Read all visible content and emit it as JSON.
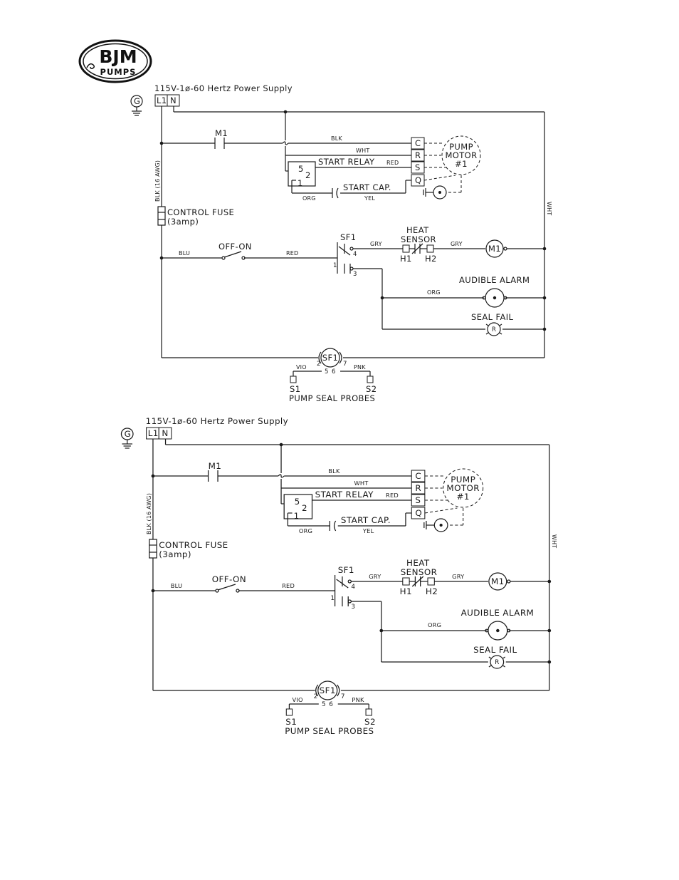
{
  "brand": {
    "line1": "BJM",
    "line2": "PUMPS"
  },
  "diagrams": [
    {
      "supply": "115V-1ø-60 Hertz Power Supply",
      "ground": "G",
      "l1": "L1",
      "n": "N",
      "m1_contact": "M1",
      "blk": "BLK",
      "wht": "WHT",
      "red_s": "RED",
      "yel": "YEL",
      "org": "ORG",
      "term_c": "C",
      "term_r": "R",
      "term_s": "S",
      "term_q": "Q",
      "start_relay": "START RELAY",
      "relay_5": "5",
      "relay_2": "2",
      "relay_1": "1",
      "start_cap": "START CAP.",
      "pump_motor_1": "PUMP",
      "pump_motor_2": "MOTOR",
      "pump_motor_3": "#1",
      "vertical_wire": "BLK (16 AWG)",
      "control_fuse": "CONTROL FUSE",
      "fuse_rating": "(3amp)",
      "right_wire": "WHT",
      "blu": "BLU",
      "off_on": "OFF-ON",
      "red": "RED",
      "sf1": "SF1",
      "sf1_pin4": "4",
      "sf1_pin1": "1",
      "sf1_pin3": "3",
      "gry_a": "GRY",
      "gry_b": "GRY",
      "heat": "HEAT",
      "sensor": "SENSOR",
      "h1": "H1",
      "h2": "H2",
      "m1_coil": "M1",
      "audible_alarm": "AUDIBLE ALARM",
      "org_alarm": "ORG",
      "seal_fail": "SEAL FAIL",
      "seal_r": "R",
      "sf1_bottom": "SF1",
      "pin2": "2",
      "pin7": "7",
      "pin5": "5",
      "pin6": "6",
      "vio": "VIO",
      "pnk": "PNK",
      "s1": "S1",
      "s2": "S2",
      "probes": "PUMP SEAL PROBES"
    },
    {
      "supply": "115V-1ø-60 Hertz Power Supply",
      "ground": "G",
      "l1": "L1",
      "n": "N",
      "m1_contact": "M1",
      "blk": "BLK",
      "wht": "WHT",
      "red_s": "RED",
      "yel": "YEL",
      "org": "ORG",
      "term_c": "C",
      "term_r": "R",
      "term_s": "S",
      "term_q": "Q",
      "start_relay": "START RELAY",
      "relay_5": "5",
      "relay_2": "2",
      "relay_1": "1",
      "start_cap": "START CAP.",
      "pump_motor_1": "PUMP",
      "pump_motor_2": "MOTOR",
      "pump_motor_3": "#1",
      "vertical_wire": "BLK (16 AWG)",
      "control_fuse": "CONTROL FUSE",
      "fuse_rating": "(3amp)",
      "right_wire": "WHT",
      "blu": "BLU",
      "off_on": "OFF-ON",
      "red": "RED",
      "sf1": "SF1",
      "sf1_pin4": "4",
      "sf1_pin1": "1",
      "sf1_pin3": "3",
      "gry_a": "GRY",
      "gry_b": "GRY",
      "heat": "HEAT",
      "sensor": "SENSOR",
      "h1": "H1",
      "h2": "H2",
      "m1_coil": "M1",
      "audible_alarm": "AUDIBLE ALARM",
      "org_alarm": "ORG",
      "seal_fail": "SEAL FAIL",
      "seal_r": "R",
      "sf1_bottom": "SF1",
      "pin2": "2",
      "pin7": "7",
      "pin5": "5",
      "pin6": "6",
      "vio": "VIO",
      "pnk": "PNK",
      "s1": "S1",
      "s2": "S2",
      "probes": "PUMP SEAL PROBES"
    }
  ]
}
